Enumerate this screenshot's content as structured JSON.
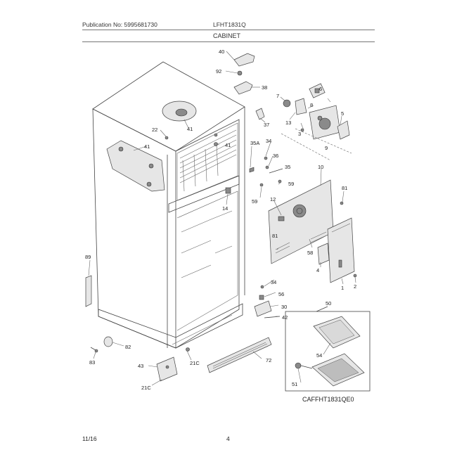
{
  "header": {
    "publication": "Publication No: 5995681730",
    "model": "LFHT1831Q",
    "section": "CABINET"
  },
  "footer": {
    "date": "11/16",
    "page": "4"
  },
  "diagram_code": "CAFFHT1831QE0",
  "callouts": {
    "c40": "40",
    "c92": "92",
    "c38": "38",
    "c7": "7",
    "c6": "6",
    "c8": "8",
    "c5": "5",
    "c13": "13",
    "c3": "3",
    "c9": "9",
    "c37": "37",
    "c22": "22",
    "c41a": "41",
    "c41b": "41",
    "c41c": "41",
    "c35a": "35A",
    "c34": "34",
    "c36": "36",
    "c35": "35",
    "c10": "10",
    "c59a": "59",
    "c59b": "59",
    "c81a": "81",
    "c81b": "81",
    "c14": "14",
    "c12": "12",
    "c58": "58",
    "c4": "4",
    "c2": "2",
    "c1": "1",
    "c89": "89",
    "c34b": "34",
    "c56": "56",
    "c30": "30",
    "c42": "42",
    "c50": "50",
    "c54": "54",
    "c82": "82",
    "c83": "83",
    "c43": "43",
    "c21c_a": "21C",
    "c72": "72",
    "c21c_b": "21C",
    "c51": "51"
  }
}
